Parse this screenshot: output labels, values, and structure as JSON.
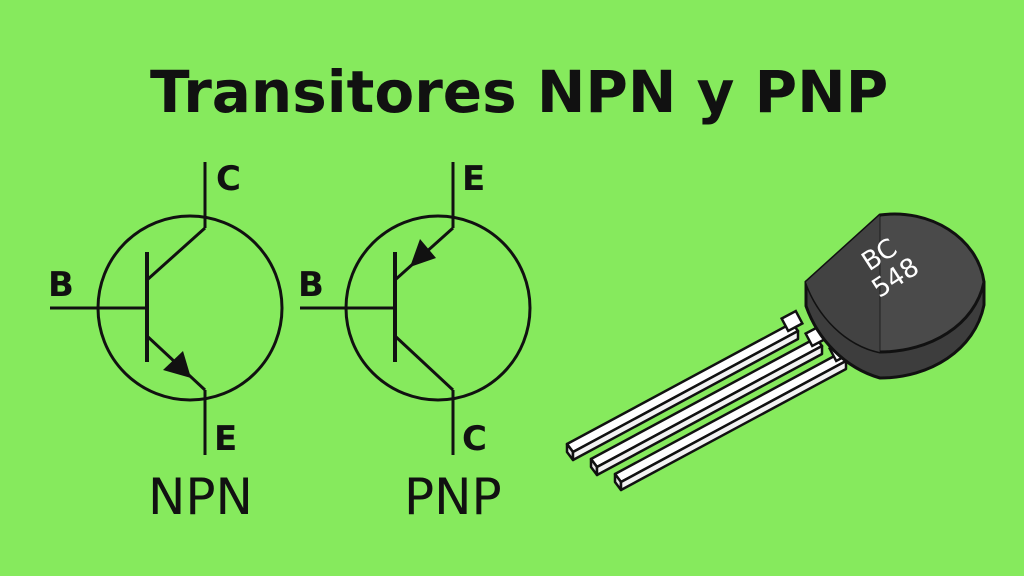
{
  "title": "Transitores NPN y PNP",
  "colors": {
    "background": "#86ea5d",
    "ink": "#111111",
    "package_body": "#3d3d3d",
    "package_top": "#4a4a4a",
    "lead": "#ffffff"
  },
  "npn": {
    "label": "NPN",
    "terminal_collector": "C",
    "terminal_base": "B",
    "terminal_emitter": "E"
  },
  "pnp": {
    "label": "PNP",
    "terminal_emitter": "E",
    "terminal_base": "B",
    "terminal_collector": "C"
  },
  "package": {
    "marking_line1": "BC",
    "marking_line2": "548"
  }
}
